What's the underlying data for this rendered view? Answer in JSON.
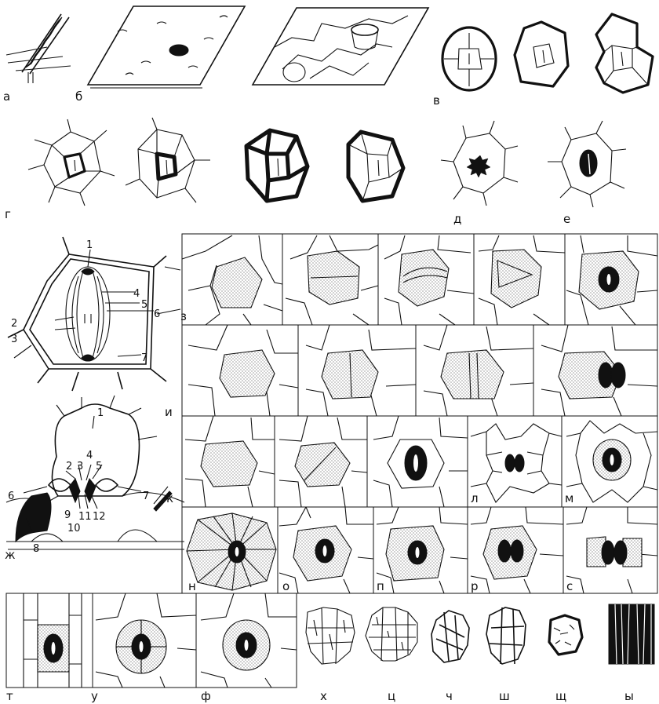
{
  "labels": {
    "a": "а",
    "b": "б",
    "v": "в",
    "g": "г",
    "d": "д",
    "e": "е",
    "zh": "ж",
    "z": "з",
    "i": "и",
    "k": "к",
    "l": "л",
    "m": "м",
    "n": "н",
    "o": "о",
    "p": "п",
    "r": "р",
    "s": "с",
    "t": "т",
    "u": "у",
    "f": "ф",
    "kh": "х",
    "ts": "ц",
    "ch": "ч",
    "sh": "ш",
    "shch": "щ",
    "y": "ы"
  },
  "callouts_top": [
    "1",
    "2",
    "3",
    "4",
    "5",
    "6",
    "7"
  ],
  "callouts_bottom": [
    "1",
    "2",
    "3",
    "4",
    "5",
    "6",
    "7",
    "8",
    "9",
    "10",
    "11",
    "12"
  ]
}
